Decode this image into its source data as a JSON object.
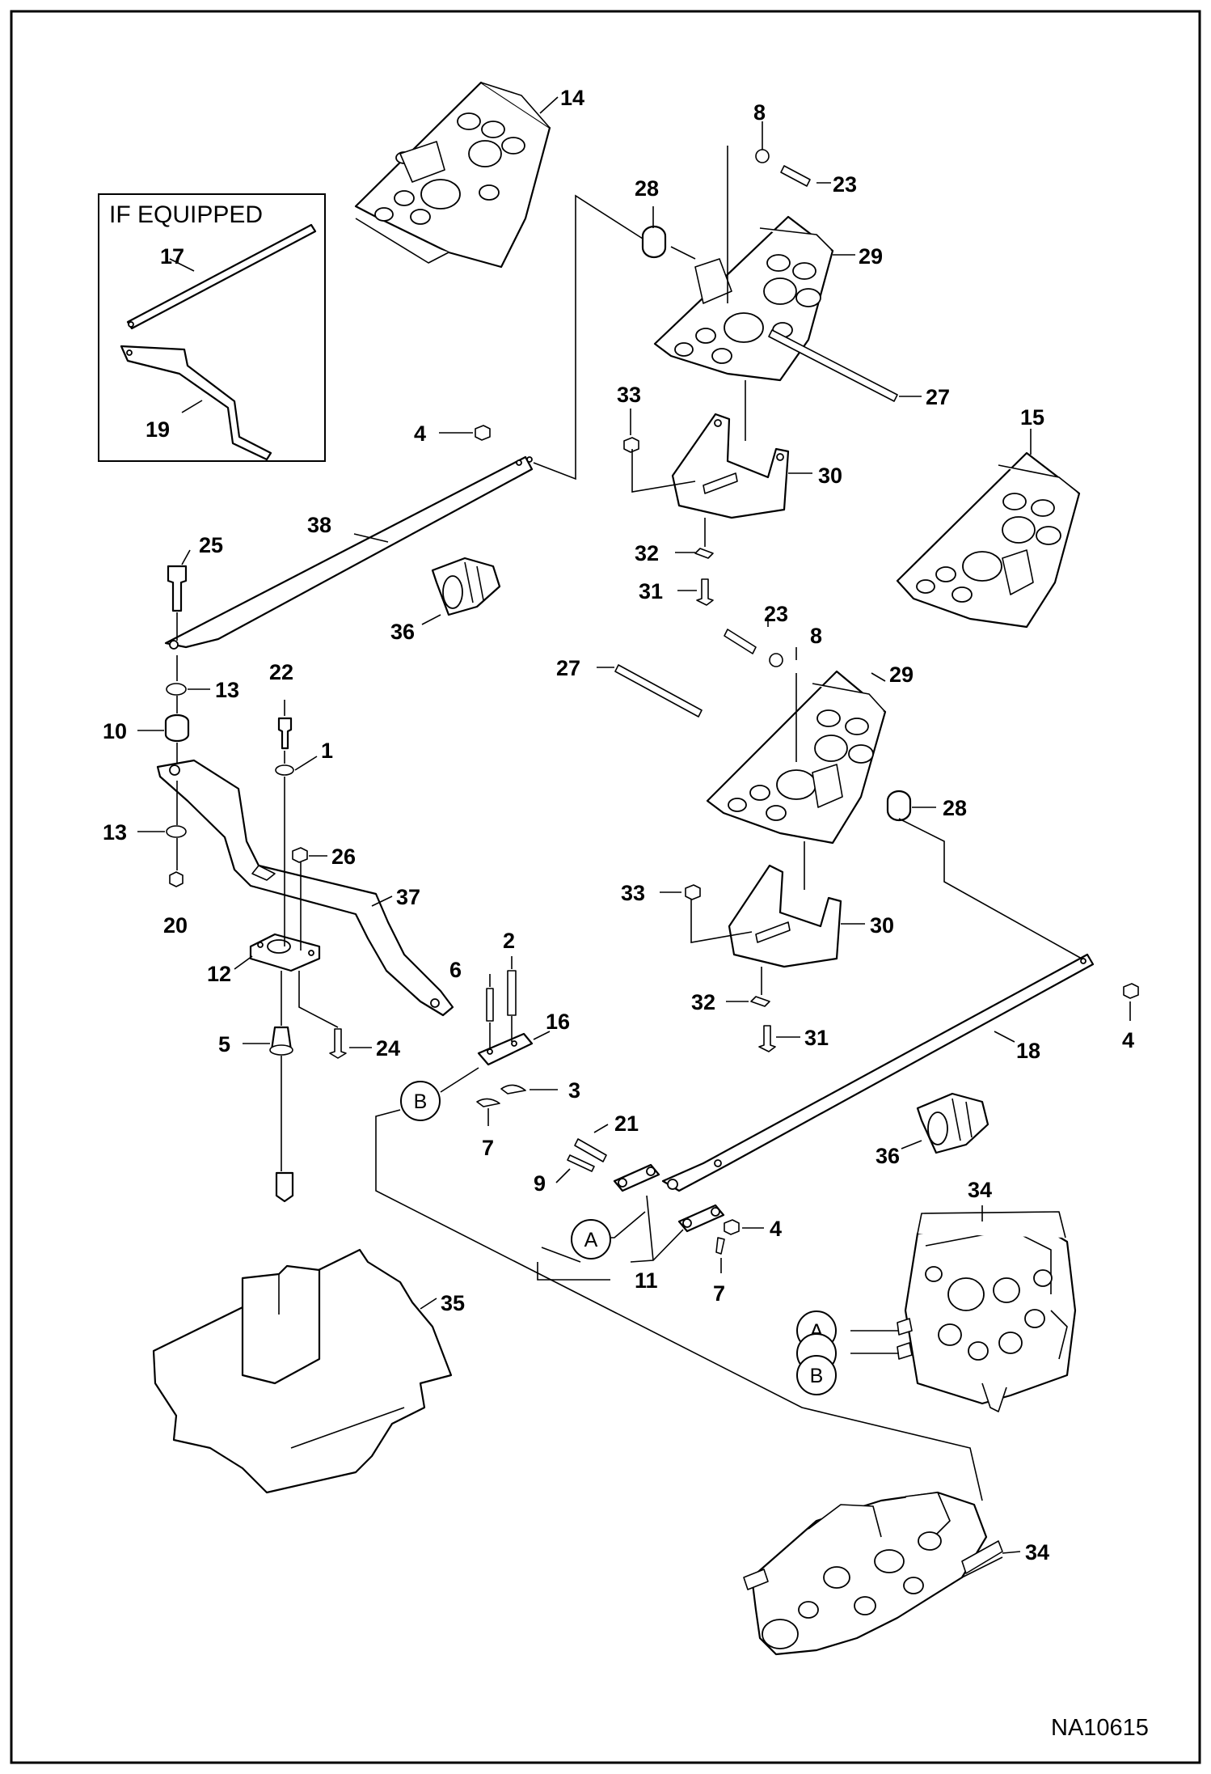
{
  "inset": {
    "label": "IF EQUIPPED"
  },
  "drawing_number": "NA10615",
  "callouts": {
    "c1": "1",
    "c2": "2",
    "c3": "3",
    "c4a": "4",
    "c4b": "4",
    "c4c": "4",
    "c5": "5",
    "c6": "6",
    "c7a": "7",
    "c7b": "7",
    "c8a": "8",
    "c8b": "8",
    "c9": "9",
    "c10": "10",
    "c11": "11",
    "c12": "12",
    "c13a": "13",
    "c13b": "13",
    "c14": "14",
    "c15": "15",
    "c16": "16",
    "c17": "17",
    "c18": "18",
    "c19": "19",
    "c20": "20",
    "c21": "21",
    "c22": "22",
    "c23a": "23",
    "c23b": "23",
    "c24": "24",
    "c25": "25",
    "c26": "26",
    "c27a": "27",
    "c27b": "27",
    "c28a": "28",
    "c28b": "28",
    "c29a": "29",
    "c29b": "29",
    "c30a": "30",
    "c30b": "30",
    "c31a": "31",
    "c31b": "31",
    "c32a": "32",
    "c32b": "32",
    "c33a": "33",
    "c33b": "33",
    "c34a": "34",
    "c34b": "34",
    "c35": "35",
    "c36a": "36",
    "c36b": "36",
    "c37": "37",
    "c38": "38"
  },
  "refs": {
    "a1": "A",
    "b1": "B",
    "a2": "A",
    "b2": "B"
  }
}
